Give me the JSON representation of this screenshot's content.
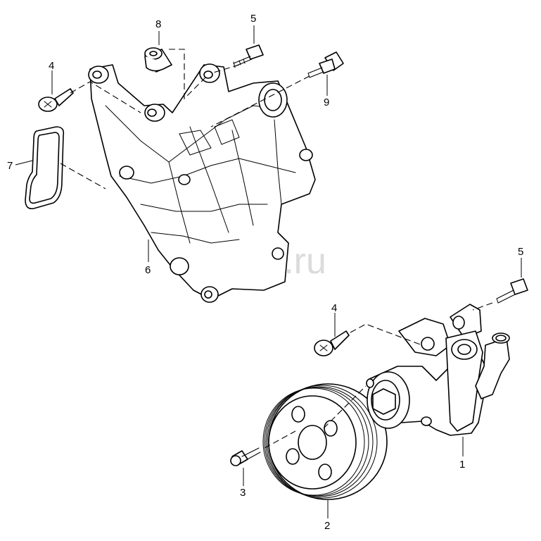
{
  "watermark": "vagtec.ru",
  "callouts": {
    "bracket": "6",
    "sleeve": "8",
    "bolt_top": "5",
    "bolt_left": "4",
    "bolt_right_top": "9",
    "gasket": "7",
    "pump_bolt_top": "5",
    "pump_bolt_left": "4",
    "pump": "1",
    "pulley_bolt": "3",
    "pulley": "2"
  }
}
